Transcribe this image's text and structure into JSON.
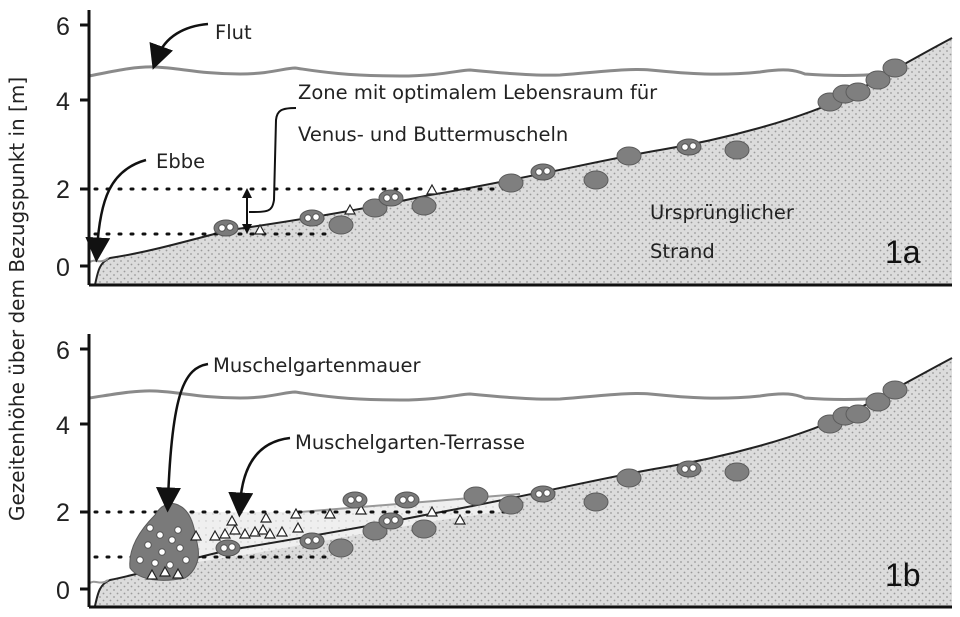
{
  "y_axis": {
    "label": "Gezeitenhöhe über dem Bezugspunkt in [m]",
    "ticks": [
      "0",
      "2",
      "4",
      "6"
    ]
  },
  "panel_a": {
    "id": "1a",
    "labels": {
      "high_tide": "Flut",
      "low_tide": "Ebbe",
      "zone_line1": "Zone mit optimalem Lebensraum für",
      "zone_line2": "Venus- und Buttermuscheln",
      "beach_line1": "Ursprünglicher",
      "beach_line2": "Strand"
    }
  },
  "panel_b": {
    "id": "1b",
    "labels": {
      "wall": "Muschelgartenmauer",
      "terrace": "Muschelgarten-Terrasse"
    }
  },
  "colors": {
    "sand": "#d9d9d9",
    "rock": "#7f7f7f",
    "water_line": "#8a8a8a",
    "axis": "#111111",
    "terrace_fill": "#ececec"
  },
  "chart_data": {
    "type": "diagram",
    "title": "",
    "ylabel": "Gezeitenhöhe über dem Bezugspunkt in [m]",
    "ylim": [
      0,
      6
    ],
    "yticks": [
      0,
      2,
      4,
      6
    ],
    "panels": [
      {
        "name": "1a",
        "high_tide_m": 4.7,
        "low_tide_m": 0.1,
        "optimal_zone_m": [
          0.8,
          1.9
        ],
        "annotations": [
          "Flut",
          "Ebbe",
          "Zone mit optimalem Lebensraum für Venus- und Buttermuscheln",
          "Ursprünglicher Strand"
        ]
      },
      {
        "name": "1b",
        "high_tide_m": 4.7,
        "low_tide_m": 0.1,
        "terrace_level_m": 1.9,
        "annotations": [
          "Muschelgartenmauer",
          "Muschelgarten-Terrasse"
        ]
      }
    ]
  }
}
